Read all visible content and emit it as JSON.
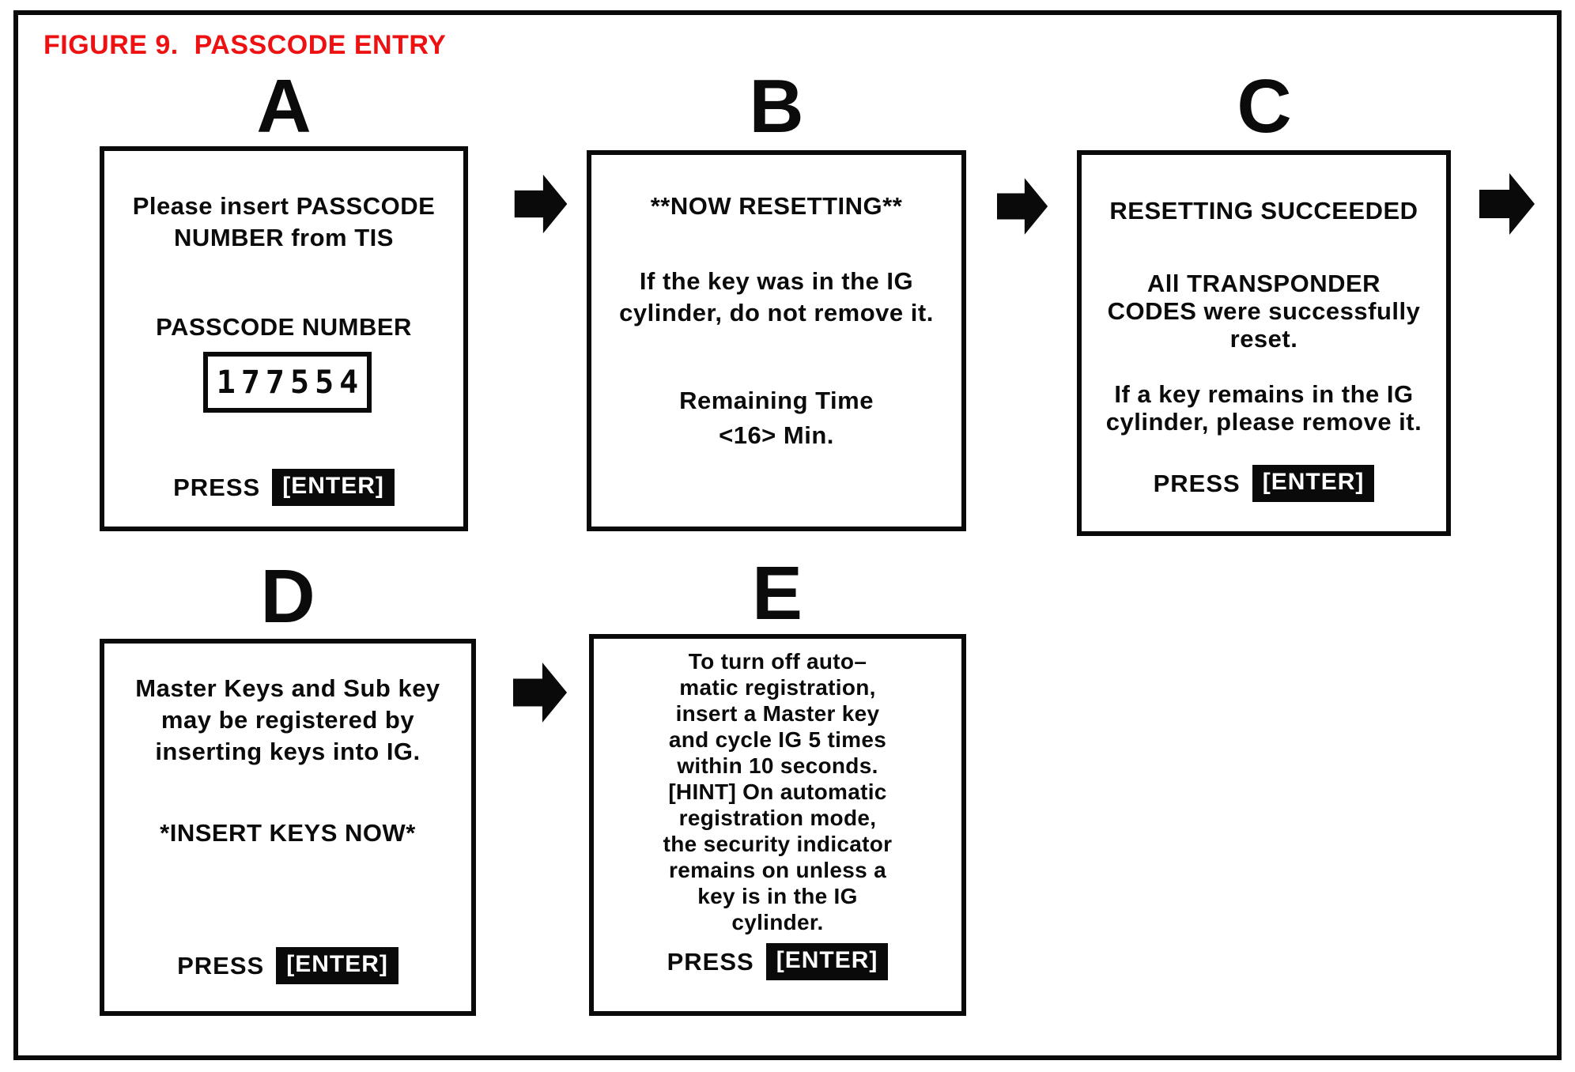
{
  "title": {
    "text": "FIGURE 9.  PASSCODE ENTRY",
    "color": "#ee1111"
  },
  "colors": {
    "ink": "#0b0b0b",
    "background": "#ffffff",
    "title_red": "#ee1111",
    "enter_chip_bg": "#0a0a0a",
    "enter_chip_text": "#ffffff"
  },
  "icons": {
    "flow_arrow": "right-block-arrow"
  },
  "screens": [
    {
      "label": "A",
      "intro": [
        "Please insert PASSCODE",
        "NUMBER from TIS"
      ],
      "field_label": "PASSCODE NUMBER",
      "passcode_value": "177554",
      "press_label": "PRESS",
      "enter_label": "[ENTER]"
    },
    {
      "label": "B",
      "heading": "**NOW RESETTING**",
      "body": [
        "If the key was in the IG",
        "cylinder, do not remove it."
      ],
      "timer": [
        "Remaining Time",
        "<16> Min."
      ]
    },
    {
      "label": "C",
      "heading": "RESETTING SUCCEEDED",
      "body": [
        "All TRANSPONDER",
        "CODES were successfully",
        "reset."
      ],
      "note": [
        "If a key remains in the IG",
        "cylinder, please remove it."
      ],
      "press_label": "PRESS",
      "enter_label": "[ENTER]"
    },
    {
      "label": "D",
      "body": [
        "Master Keys and Sub key",
        "may be registered by",
        "inserting keys into IG."
      ],
      "note": "*INSERT KEYS NOW*",
      "press_label": "PRESS",
      "enter_label": "[ENTER]"
    },
    {
      "label": "E",
      "body": [
        "To turn off auto–",
        "matic registration,",
        "insert a Master key",
        "and cycle IG 5 times",
        "within 10 seconds.",
        "[HINT] On automatic",
        "registration mode,",
        "the security indicator",
        "remains on unless a",
        "key is in the IG",
        "cylinder."
      ],
      "press_label": "PRESS",
      "enter_label": "[ENTER]"
    }
  ]
}
